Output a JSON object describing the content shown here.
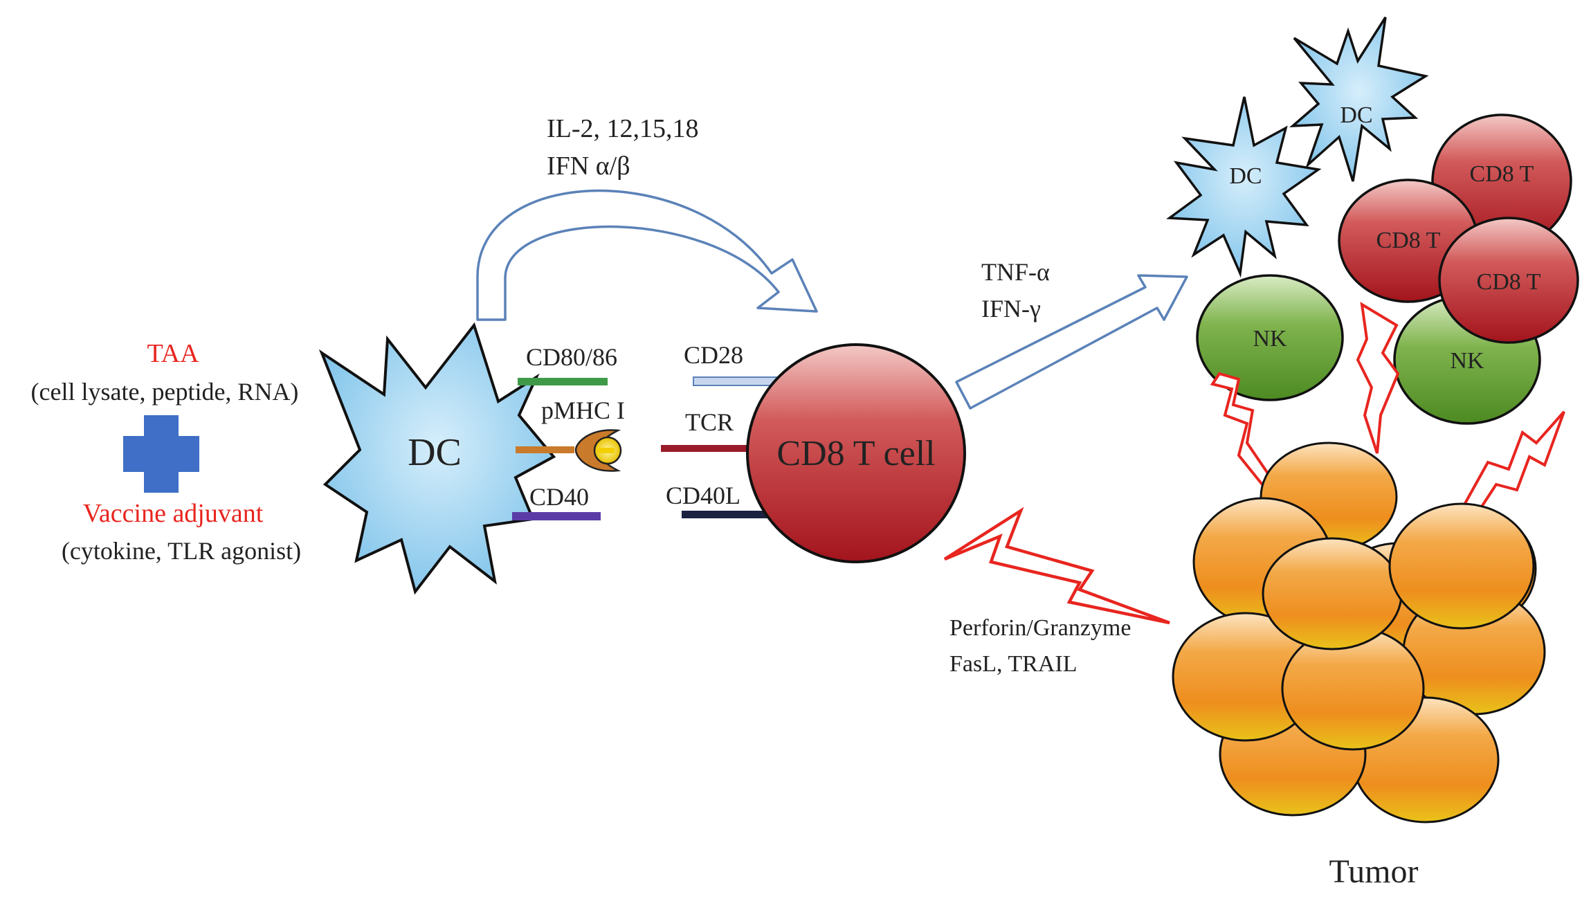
{
  "inputs": {
    "taa_title": "TAA",
    "taa_detail": "(cell lysate, peptide, RNA)",
    "adjuvant_title": "Vaccine adjuvant",
    "adjuvant_detail": "(cytokine, TLR agonist)"
  },
  "cytokines_top": {
    "line1": "IL-2, 12,15,18",
    "line2": "IFN α/β"
  },
  "dc_label": "DC",
  "receptors": {
    "cd80_86": "CD80/86",
    "cd28": "CD28",
    "pmhc": "pMHC I",
    "tcr": "TCR",
    "cd40": "CD40",
    "cd40l": "CD40L"
  },
  "tcell_label": "CD8 T cell",
  "effector_cytokines": {
    "line1": "TNF-α",
    "line2": "IFN-γ"
  },
  "cluster": {
    "dc1": "DC",
    "dc2": "DC",
    "cd8a": "CD8 T",
    "cd8b": "CD8 T",
    "cd8c": "CD8 T",
    "nk1": "NK",
    "nk2": "NK"
  },
  "killing": {
    "line1": "Perforin/Granzyme",
    "line2": "FasL, TRAIL"
  },
  "tumor_label": "Tumor",
  "colors": {
    "accent_red": "#e8251f",
    "cross_blue": "#3f6fc6",
    "dc_blue": "#a9d6f0",
    "cd8_red": "#b81e26",
    "nk_green": "#5f9a2c",
    "tumor_orange": "#f19a2a"
  }
}
